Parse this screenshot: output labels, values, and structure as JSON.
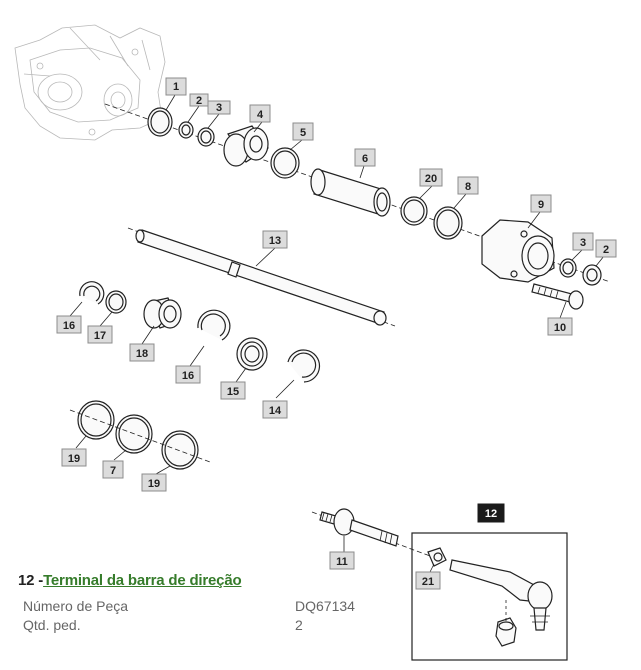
{
  "diagram": {
    "callouts": [
      "1",
      "2",
      "3",
      "4",
      "5",
      "6",
      "20",
      "8",
      "9",
      "3",
      "2",
      "13",
      "10",
      "16",
      "17",
      "18",
      "16",
      "15",
      "14",
      "19",
      "7",
      "19",
      "12",
      "11",
      "21"
    ]
  },
  "part": {
    "number_prefix": "12 -",
    "title": "Terminal da barra de direção",
    "rows": [
      {
        "label": "Número de Peça",
        "value": "DQ67134"
      },
      {
        "label": "Qtd. ped.",
        "value": "2"
      }
    ]
  },
  "colors": {
    "link": "#367c2b",
    "callout_fill": "#dcdcdc",
    "highlight_callout": "#1b1b1b"
  }
}
